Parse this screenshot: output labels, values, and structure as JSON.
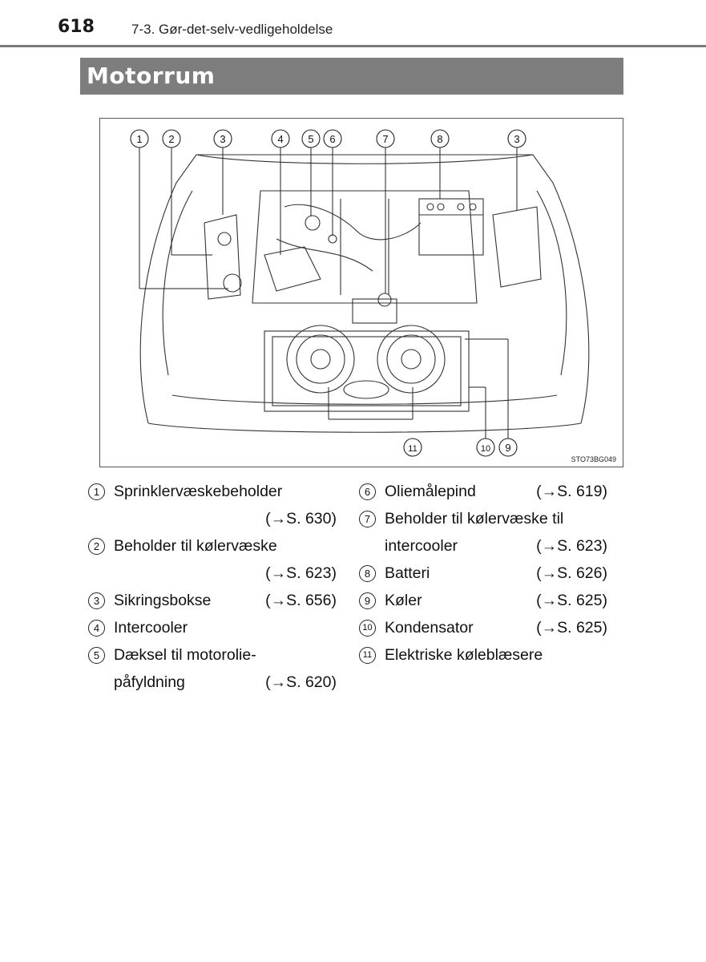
{
  "header": {
    "page_number": "618",
    "chapter": "7-3. Gør-det-selv-vedligeholdelse"
  },
  "section": {
    "title": "Motorrum"
  },
  "figure": {
    "code": "STO73BG049",
    "callouts": [
      "1",
      "2",
      "3",
      "4",
      "5",
      "6",
      "7",
      "8",
      "3",
      "11",
      "10",
      "9"
    ]
  },
  "legend_left": [
    {
      "num": "1",
      "label": "Sprinklervæskebeholder",
      "ref": "(→S. 630)"
    },
    {
      "num": "2",
      "label": "Beholder til kølervæske",
      "ref": "(→S. 623)"
    },
    {
      "num": "3",
      "label": "Sikringsbokse",
      "ref": "(→S. 656)"
    },
    {
      "num": "4",
      "label": "Intercooler",
      "ref": ""
    },
    {
      "num": "5",
      "label": "Dæksel til motorolie-",
      "label2": "påfyldning",
      "ref": "(→S. 620)"
    }
  ],
  "legend_right": [
    {
      "num": "6",
      "label": "Oliemålepind",
      "ref": "(→S. 619)"
    },
    {
      "num": "7",
      "label": "Beholder til kølervæske til",
      "label2": "intercooler",
      "ref": "(→S. 623)"
    },
    {
      "num": "8",
      "label": "Batteri",
      "ref": "(→S. 626)"
    },
    {
      "num": "9",
      "label": "Køler",
      "ref": "(→S. 625)"
    },
    {
      "num": "10",
      "label": "Kondensator",
      "ref": "(→S. 625)"
    },
    {
      "num": "11",
      "label": "Elektriske køleblæsere",
      "ref": ""
    }
  ],
  "colors": {
    "section_bar": "#7d7d7d",
    "rule": "#7a7a7a"
  }
}
